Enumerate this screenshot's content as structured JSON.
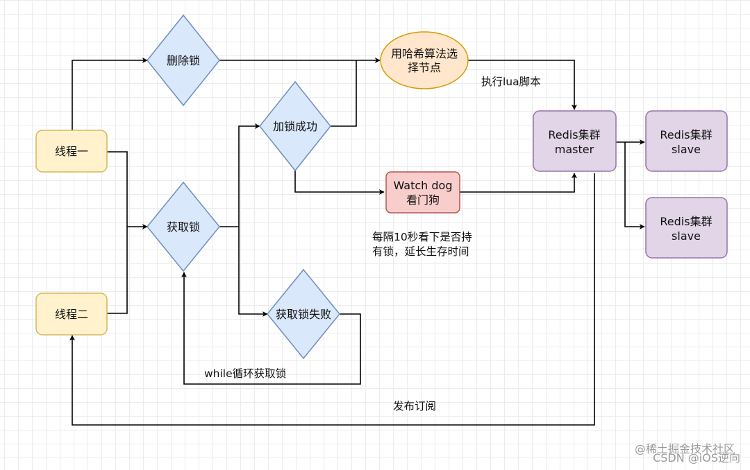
{
  "nodes": {
    "thread1": "线程一",
    "thread2": "线程二",
    "delete_lock": "删除锁",
    "acquire_lock": "获取锁",
    "lock_success": "加锁成功",
    "acquire_fail": "获取锁失败",
    "hash_select_line1": "用哈希算法选",
    "hash_select_line2": "择节点",
    "watchdog_line1": "Watch dog",
    "watchdog_line2": "看门狗",
    "master_line1": "Redis集群",
    "master_line2": "master",
    "slave1_line1": "Redis集群",
    "slave1_line2": "slave",
    "slave2_line1": "Redis集群",
    "slave2_line2": "slave"
  },
  "labels": {
    "exec_lua": "执行lua脚本",
    "renew_line1": "每隔10秒看下是否持",
    "renew_line2": "有锁，延长生存时间",
    "while_loop": "while循环获取锁",
    "pubsub": "发布订阅"
  },
  "watermark": {
    "line1": "@稀土掘金技术社区",
    "line2": "CSDN @iOS逆向"
  },
  "colors": {
    "yellow_fill": "#fff2cc",
    "yellow_stroke": "#d6b656",
    "blue_fill": "#dae8fc",
    "blue_stroke": "#6c8ebf",
    "orange_fill": "#ffe6cc",
    "orange_stroke": "#d79b00",
    "red_fill": "#f8cecc",
    "red_stroke": "#b85450",
    "purple_fill": "#e1d5e7",
    "purple_stroke": "#9673a6"
  }
}
